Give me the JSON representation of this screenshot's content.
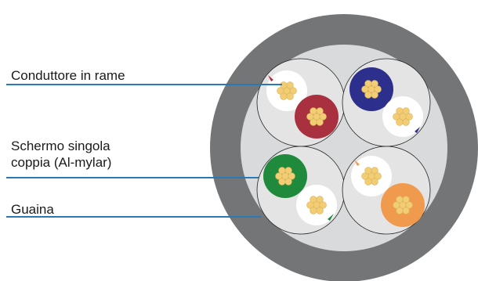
{
  "labels": {
    "conductor": "Conduttore in rame",
    "shield_line1": "Schermo singola",
    "shield_line2": "coppia (Al-mylar)",
    "sheath": "Guaina"
  },
  "colors": {
    "sheath": "#737577",
    "filler": "#d9dadb",
    "shield": "#e4e4e4",
    "leader_line": "#2a78b4",
    "copper_strand": "#f2cd73",
    "pair_red": "#a8303f",
    "pair_blue": "#2d2f8c",
    "pair_green": "#1f8a3c",
    "pair_orange": "#f09a4d",
    "insulation_white": "#ffffff"
  },
  "pairs": [
    {
      "color_name": "red"
    },
    {
      "color_name": "blue"
    },
    {
      "color_name": "green"
    },
    {
      "color_name": "orange"
    }
  ]
}
